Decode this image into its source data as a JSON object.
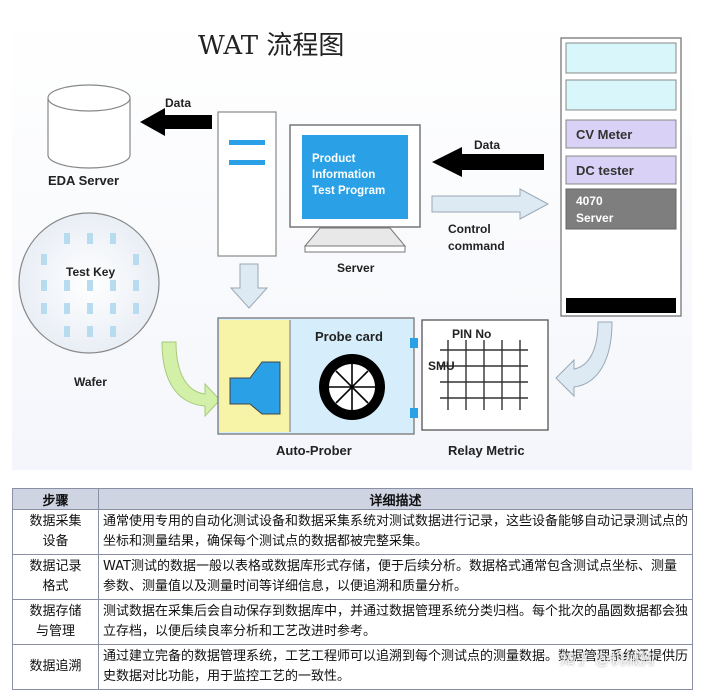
{
  "diagram": {
    "title": "WAT 流程图",
    "eda_server": "EDA Server",
    "data_left": "Data",
    "data_right": "Data",
    "server": "Server",
    "monitor_lines": [
      "Product",
      "Information",
      "Test Program"
    ],
    "control_command": [
      "Control",
      "command"
    ],
    "test_key": "Test Key",
    "wafer": "Wafer",
    "probe_card": "Probe card",
    "auto_prober": "Auto-Prober",
    "pin_no": "PIN No",
    "smu": "SMU",
    "relay_metric": "Relay Metric",
    "rack": {
      "cv_meter": "CV Meter",
      "dc_tester": "DC tester",
      "server_4070": [
        "4070",
        "Server"
      ]
    },
    "colors": {
      "accent_blue": "#2aa1e6",
      "cyan_panel": "#d9f7fb",
      "purple_panel": "#d9d2f6",
      "gray_panel": "#7e7e7e",
      "yellow_panel": "#f7f4a8",
      "light_blue_panel": "#d6eefb",
      "green_arrow": "#d3f0a8"
    }
  },
  "table": {
    "headers": [
      "步骤",
      "详细描述"
    ],
    "rows": [
      {
        "step": [
          "数据采集",
          "设备"
        ],
        "desc": "通常使用专用的自动化测试设备和数据采集系统对测试数据进行记录，这些设备能够自动记录测试点的坐标和测量结果，确保每个测试点的数据都被完整采集。"
      },
      {
        "step": [
          "数据记录",
          "格式"
        ],
        "desc": "WAT测试的数据一般以表格或数据库形式存储，便于后续分析。数据格式通常包含测试点坐标、测量参数、测量值以及测量时间等详细信息，以便追溯和质量分析。"
      },
      {
        "step": [
          "数据存储",
          "与管理"
        ],
        "desc": "测试数据在采集后会自动保存到数据库中，并通过数据管理系统分类归档。每个批次的晶圆数据都会独立存档，以便后续良率分析和工艺改进时参考。"
      },
      {
        "step": [
          "数据追溯"
        ],
        "desc": "通过建立完备的数据管理系统，工艺工程师可以追溯到每个测试点的测量数据。数据管理系统还提供历史数据对比功能，用于监控工艺的一致性。"
      }
    ]
  },
  "watermark": "知乎 @机械狗"
}
